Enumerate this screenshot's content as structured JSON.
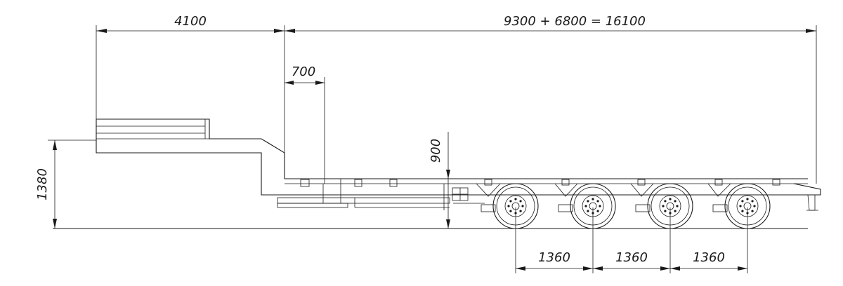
{
  "drawing": {
    "dimensions": {
      "gooseneck_length": "4100",
      "deck_length": "9300 + 6800 = 16100",
      "ramp_offset": "700",
      "deck_height": "900",
      "fifth_wheel_height": "1380",
      "axle_spacing_1": "1360",
      "axle_spacing_2": "1360",
      "axle_spacing_3": "1360"
    },
    "axle_count": 4,
    "line_color": "#1a1a1a",
    "background": "#ffffff"
  }
}
